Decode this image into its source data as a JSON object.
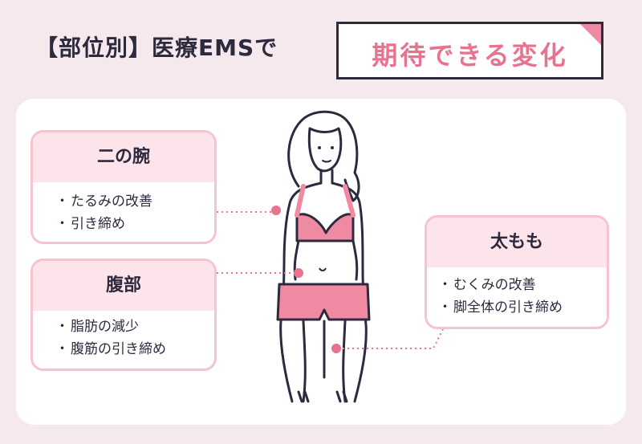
{
  "header": {
    "title_prefix": "【部位別】医療EMSで",
    "title_highlight": "期待できる変化"
  },
  "colors": {
    "accent_pink": "#e7738f",
    "card_border": "#f6c3cf",
    "card_header_bg": "#fde4ea",
    "clothing_pink": "#ef8aa2",
    "outline": "#2d2a3e",
    "background": "#f6e9ee"
  },
  "cards": {
    "upper_arm": {
      "title": "二の腕",
      "items": [
        "たるみの改善",
        "引き締め"
      ]
    },
    "abdomen": {
      "title": "腹部",
      "items": [
        "脂肪の減少",
        "腹筋の引き締め"
      ]
    },
    "thigh": {
      "title": "太もも",
      "items": [
        "むくみの改善",
        "脚全体の引き締め"
      ]
    }
  }
}
